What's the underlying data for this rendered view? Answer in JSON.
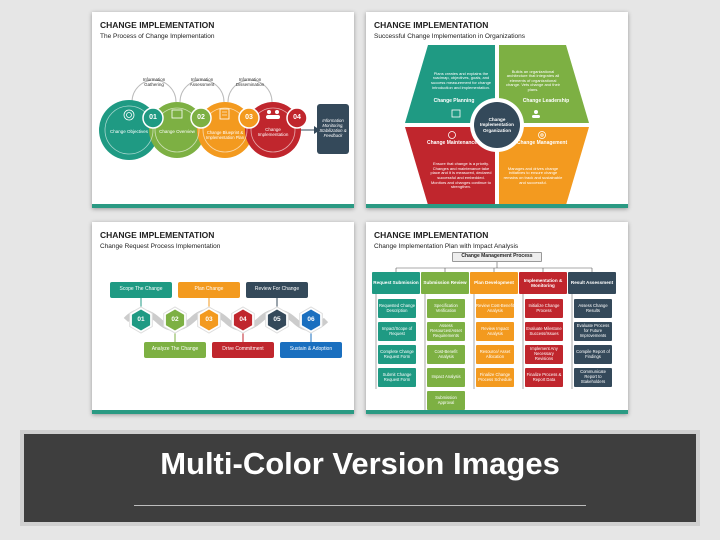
{
  "slide1": {
    "title": "CHANGE IMPLEMENTATION",
    "subtitle": "The Process of Change Implementation",
    "top_labels": [
      "Information Gathering",
      "Information Assessment",
      "Information Dissemination"
    ],
    "steps": [
      {
        "num": "01",
        "label": "Change Objectives",
        "color": "#1f9a83"
      },
      {
        "num": "02",
        "label": "Change Overview",
        "color": "#7db043"
      },
      {
        "num": "03",
        "label": "Change Blueprint & Implementation Plan",
        "color": "#f39a1f"
      },
      {
        "num": "04",
        "label": "Change Implementation",
        "color": "#c0262d"
      }
    ],
    "end_label": "Information Monitoring, Stabilization & Feedback",
    "end_color": "#34495a"
  },
  "slide2": {
    "title": "CHANGE IMPLEMENTATION",
    "subtitle": "Successful Change Implementation in Organizations",
    "center": "Change Implementation Organization",
    "sections": [
      {
        "name": "Change Planning",
        "text": "Plans creates and explains the roadmap, objectives, goals, and success measurement for change introduction and implementation.",
        "color": "#1f9a83"
      },
      {
        "name": "Change Leadership",
        "text": "Builds an organizational architecture that integrates all elements of organizational change. Vets change and their plans.",
        "color": "#7db043"
      },
      {
        "name": "Change Maintenance",
        "text": "Ensure that change is a priority. Changes and maintenance take place and it is measured, declared successful and embedded. Monitors and changes continue to strengthen.",
        "color": "#c0262d"
      },
      {
        "name": "Change Management",
        "text": "Manages and drives change initiatives to ensure change remains on track and sustainable and successful.",
        "color": "#f39a1f"
      }
    ]
  },
  "slide3": {
    "title": "CHANGE IMPLEMENTATION",
    "subtitle": "Change Request Process Implementation",
    "top_labels": [
      "Scope The Change",
      "Plan Change",
      "Review For Change"
    ],
    "bottom_labels": [
      "Analyze The Change",
      "Drive Commitment",
      "Sustain & Adoption"
    ],
    "nums": [
      "01",
      "02",
      "03",
      "04",
      "05",
      "06"
    ],
    "colors": [
      "#1f9a83",
      "#7db043",
      "#f39a1f",
      "#c0262d",
      "#34495a",
      "#1a6fbf"
    ]
  },
  "slide4": {
    "title": "CHANGE IMPLEMENTATION",
    "subtitle": "Change Implementation Plan with Impact Analysis",
    "root": "Change Management Process",
    "columns": [
      {
        "head": "Request Submission",
        "color": "#1f9a83",
        "items": [
          "Requested Change Description",
          "Impact/Scope of Request",
          "Complete Change Request Form",
          "Submit Change Request Form"
        ]
      },
      {
        "head": "Submission Review",
        "color": "#7db043",
        "items": [
          "Specification Verification",
          "Assess Resources/Asset Requirements",
          "Cost-Benefit Analysis",
          "Impact Analysis",
          "Submission Approval"
        ]
      },
      {
        "head": "Plan Development",
        "color": "#f39a1f",
        "items": [
          "Review Cost-Benefit Analysis",
          "Review Impact Analysis",
          "Resource/ Asset Allocation",
          "Finalize Change Process Schedule"
        ]
      },
      {
        "head": "Implementation & Monitoring",
        "color": "#c0262d",
        "items": [
          "Initialize Change Process",
          "Evaluate Milestone Success/Issues",
          "Implement Any Necessary Revisions",
          "Finalize Process & Report Data"
        ]
      },
      {
        "head": "Result Assessment",
        "color": "#34495a",
        "items": [
          "Assess Change Results",
          "Evaluate Process for Future Improvements",
          "Compile Report of Findings",
          "Communicate Report to Stakeholders"
        ]
      }
    ]
  },
  "banner": {
    "text": "Multi-Color Version Images"
  }
}
